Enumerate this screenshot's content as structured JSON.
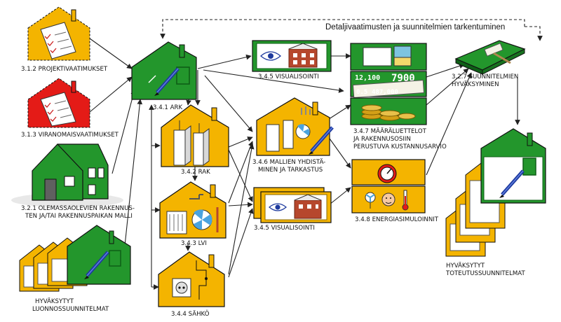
{
  "colors": {
    "green": "#23962c",
    "dark_green": "#0e5e16",
    "yellow": "#f4b400",
    "red": "#e41b17",
    "brick": "#b6472d",
    "cream": "#f5f2e6",
    "gold": "#d4a017"
  },
  "banner": {
    "text": "Detaljivaatimusten ja suunnitelmien tarkentuminen"
  },
  "labels": {
    "projektivaatimukset": "3.1.2 PROJEKTIVAATIMUKSET",
    "viranomaisvaatimukset": "3.1.3 VIRANOMAISVAATIMUKSET",
    "olemassaolevien_1": "3.2.1 OLEMASSAOLEVIEN RAKENNUS-",
    "olemassaolevien_2": "TEN JA/TAI RAKENNUSPAIKAN MALLI",
    "luonnos_1": "HYVÄKSYTYT",
    "luonnos_2": "LUONNOSSUUNNITELMAT",
    "ark": "3.4.1 ARK",
    "rak": "3.4.2 RAK",
    "lvi": "3.4.3 LVI",
    "sahko": "3.4.4 SÄHKÖ",
    "visualisointi_top": "3.4.5 VISUALISOINTI",
    "visualisointi_mid": "3.4.5 VISUALISOINTI",
    "mallien_1": "3.4.6 MALLIEN YHDISTÄ-",
    "mallien_2": "MINEN JA TARKASTUS",
    "maara_1": "3.4.7 MÄÄRÄLUETTELOT",
    "maara_2": "JA RAKENNUSOSIIN",
    "maara_3": "PERUSTUVA KUSTANNUSARVIO",
    "energia": "3.4.8 ENERGIASIMULOINNIT",
    "hyvaksyminen_1": "3.2.7 SUUNNITELMIEN",
    "hyvaksyminen_2": "HYVÄKSYMINEN",
    "toteutus_1": "HYVÄKSYTYT",
    "toteutus_2": "TOTEUTUSSUUNNITELMAT"
  },
  "display_numbers": {
    "left": "12,100",
    "right": "7900",
    "bottom_left": "0.5",
    "bottom_right": "487,000"
  },
  "icons": [
    "document-house-icon",
    "red-document-house-icon",
    "green-existing-house-icon",
    "draft-plans-stack-icon",
    "architect-house-pencil-icon",
    "structure-house-icon",
    "hvac-house-icon",
    "electrical-house-icon",
    "eye-visualisation-icon",
    "model-merge-house-icon",
    "quantity-cost-icon",
    "energy-simulation-icon",
    "approval-gavel-icon",
    "approved-plans-stack-icon"
  ]
}
